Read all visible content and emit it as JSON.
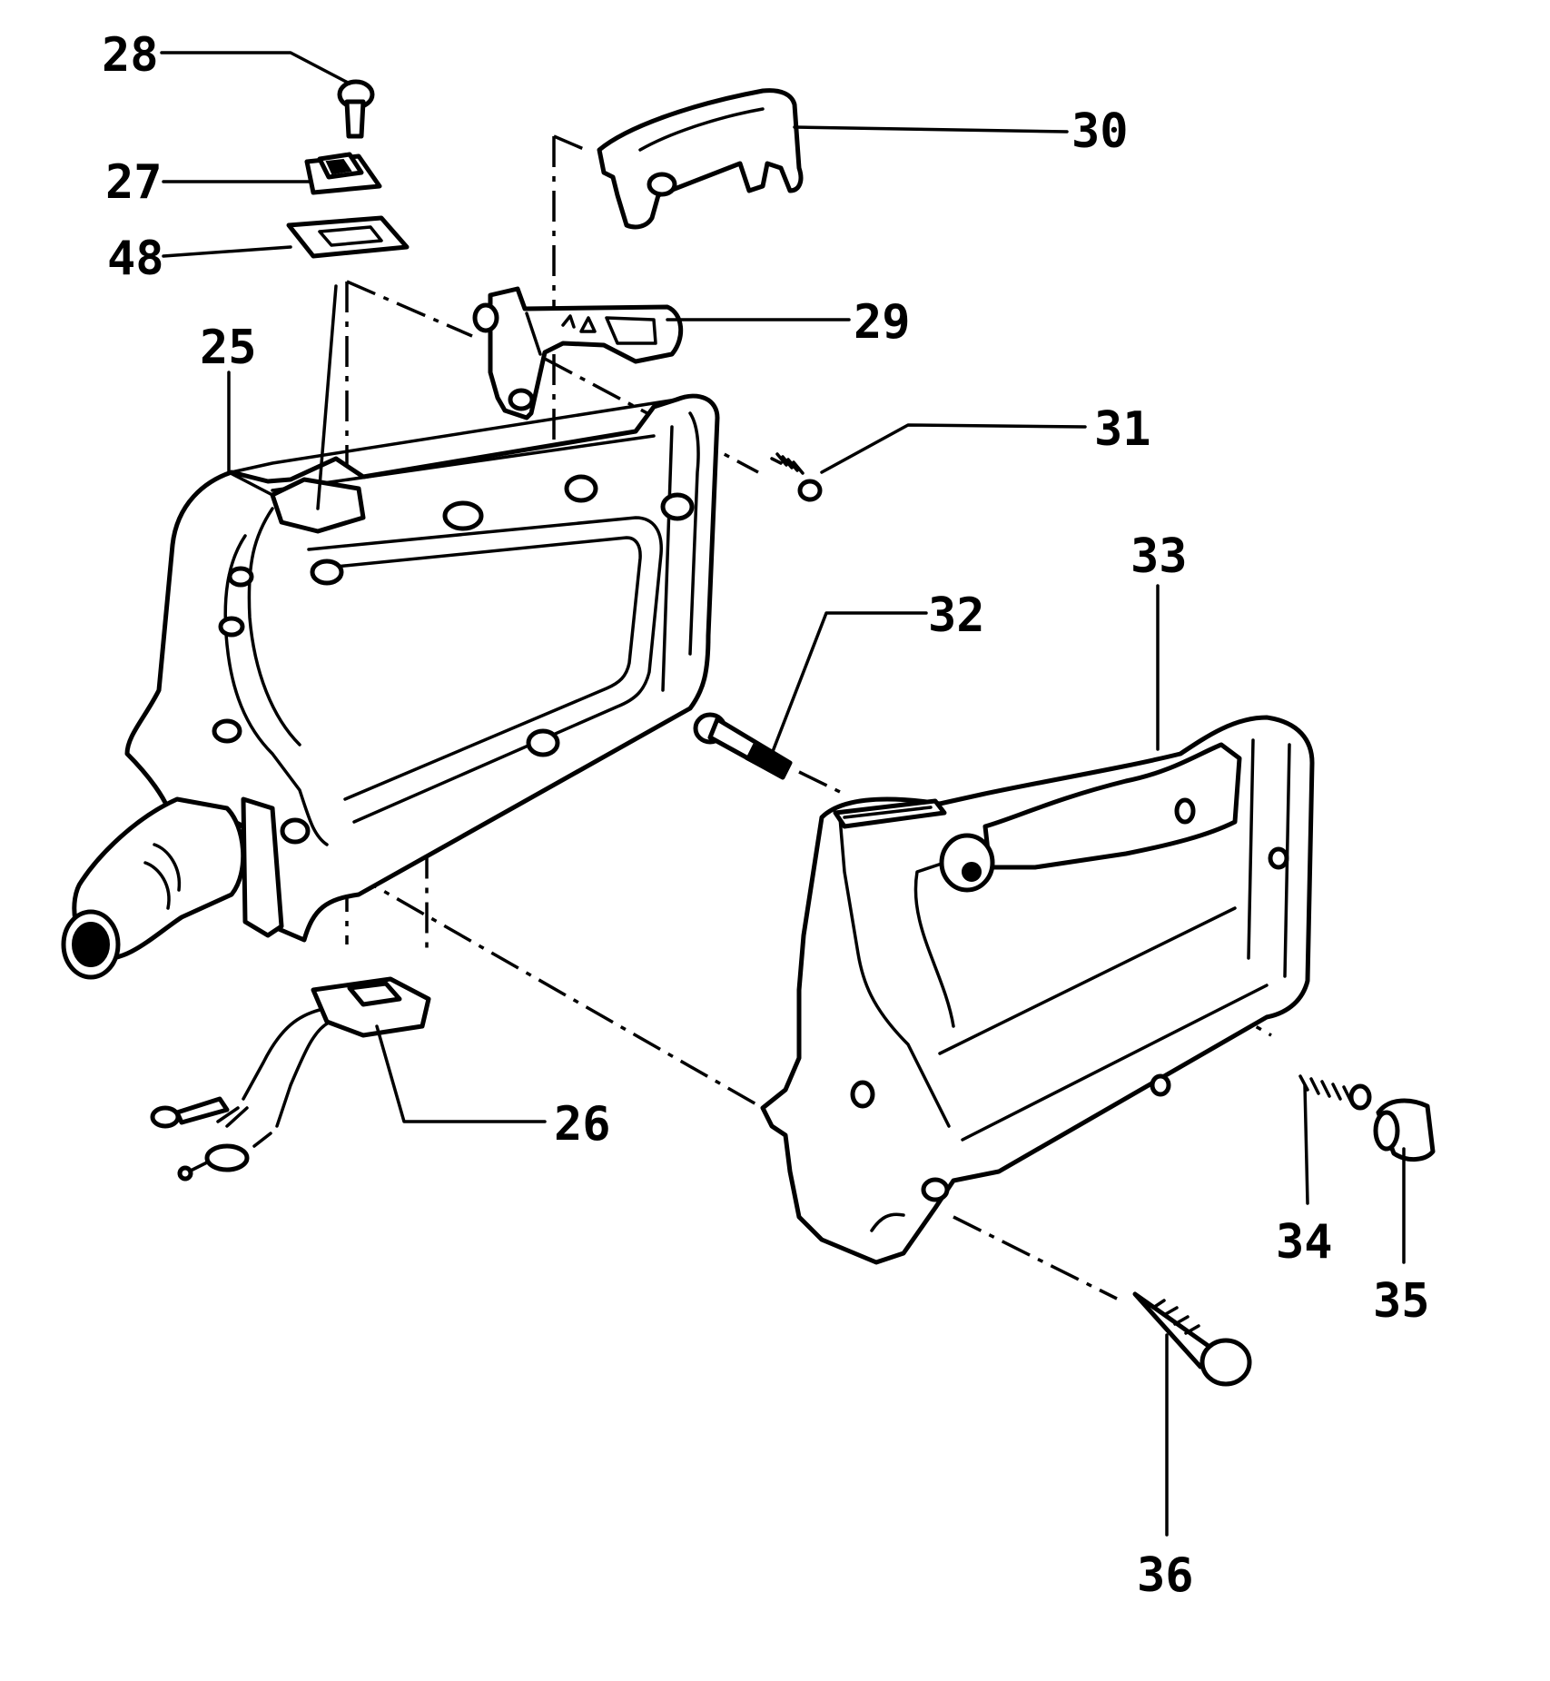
{
  "callouts": {
    "p25": "25",
    "p26": "26",
    "p27": "27",
    "p28": "28",
    "p29": "29",
    "p30": "30",
    "p31": "31",
    "p32": "32",
    "p33": "33",
    "p34": "34",
    "p35": "35",
    "p36": "36",
    "p48": "48"
  }
}
